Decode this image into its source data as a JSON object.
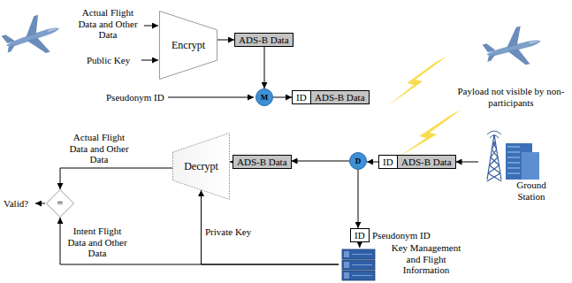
{
  "diagram": {
    "nodes": [
      {
        "text": [
          "Encrypt"
        ]
      },
      {
        "text": [
          "ADS-B Data"
        ]
      },
      {
        "text": [
          "M"
        ]
      },
      {
        "text": [
          "ID"
        ]
      },
      {
        "text": [
          "ADS-B Data"
        ]
      },
      {
        "text": [
          "ID"
        ]
      },
      {
        "text": [
          "ADS-B Data"
        ]
      },
      {
        "text": [
          "D"
        ]
      },
      {
        "text": [
          "ADS-B Data"
        ]
      },
      {
        "text": [
          "Decrypt"
        ]
      },
      {
        "text": [
          "="
        ]
      },
      {
        "text": [
          "ID"
        ]
      },
      {
        "text": [
          "Key Management and Flight Information"
        ]
      },
      {
        "text": [
          "Ground Station"
        ]
      }
    ],
    "edges": [
      {
        "from": 0,
        "to": 1,
        "arrow": "to"
      },
      {
        "from": 1,
        "to": 2,
        "arrow": "to"
      },
      {
        "from": 2,
        "to": 3,
        "arrow": "to"
      },
      {
        "from": 13,
        "to": 6,
        "arrow": "to"
      },
      {
        "from": 5,
        "to": 7,
        "arrow": "to"
      },
      {
        "from": 7,
        "to": 8,
        "arrow": "to"
      },
      {
        "from": 8,
        "to": 9,
        "arrow": "to"
      },
      {
        "from": 7,
        "to": 11,
        "arrow": "to"
      },
      {
        "from": 11,
        "to": 12,
        "arrow": "to"
      },
      {
        "from": 12,
        "to": 9,
        "label": "Private Key",
        "arrow": "to"
      },
      {
        "from": 12,
        "to": 10,
        "label": "Intent Flight Data and Other Data",
        "arrow": "to"
      },
      {
        "from": 9,
        "to": 10,
        "label": "Actual Flight Data and Other Data",
        "arrow": "to"
      }
    ],
    "labels": [
      "Actual Flight Data and Other Data",
      "Public Key",
      "Pseudonym ID",
      "Payload not visible by non-participants",
      "Valid?",
      "Pseudonym ID"
    ]
  }
}
